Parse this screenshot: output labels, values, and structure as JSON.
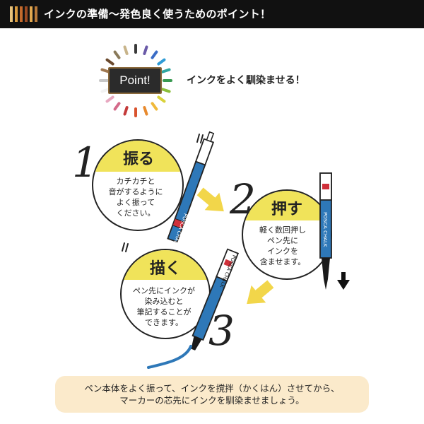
{
  "header": {
    "title": "インクの準備〜発色良く使うためのポイント！",
    "stripe_colors": [
      "#e8c27a",
      "#d99a3e",
      "#c46a2c",
      "#9b4a22",
      "#e2a84f",
      "#b97a3a"
    ]
  },
  "point": {
    "badge_label": "Point!",
    "text": "インクをよく馴染ませる！",
    "ray_colors": [
      "#3a3a3a",
      "#6a5aa8",
      "#3b6cc6",
      "#2e9bd6",
      "#30a6a0",
      "#3a9a52",
      "#8cbf3a",
      "#d9d23a",
      "#f0b93a",
      "#e88a2e",
      "#d9532e",
      "#c43a3a",
      "#d46a8a",
      "#e8a8c0",
      "#f2f2f2",
      "#c8c8c8",
      "#a07850",
      "#6b4a2e",
      "#8a7a5a",
      "#c8b48a"
    ]
  },
  "steps": [
    {
      "number": "1",
      "title": "振る",
      "desc": "カチカチと\n音がするように\nよく振って\nください。"
    },
    {
      "number": "2",
      "title": "押す",
      "desc": "軽く数回押し\nペン先に\nインクを\n含ませます。"
    },
    {
      "number": "3",
      "title": "描く",
      "desc": "ペン先にインクが\n染み込むと\n筆記することが\nできます。"
    }
  ],
  "pen": {
    "brand": "POSCA CHALK",
    "body_color": "#2e78b8",
    "cap_color": "#ffffff",
    "tip_color": "#1a1a1a",
    "accent_color": "#d0303a"
  },
  "colors": {
    "highlight": "#f0e35a",
    "arrow": "#f2d64a",
    "ink_stroke": "#2e78b8"
  },
  "footer": {
    "text": "ペン本体をよく振って、インクを撹拌（かくはん）させてから、\nマーカーの芯先にインクを馴染ませましょう。"
  }
}
